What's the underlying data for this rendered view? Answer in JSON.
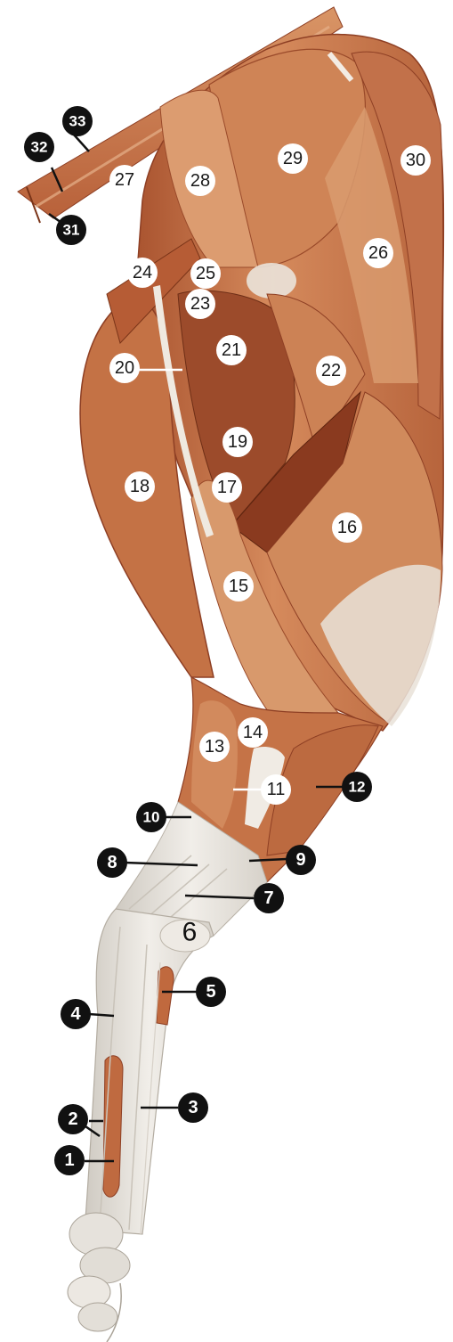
{
  "diagram": {
    "subject": "anatomical illustration of a limb's superficial musculature with numbered callouts",
    "colors": {
      "muscle": "#c9764a",
      "muscle_dark": "#8e3f24",
      "muscle_light": "#e2a57c",
      "tendon": "#e8e4dd",
      "label_dark_fill": "#111111",
      "label_light_fill": "#ffffff"
    },
    "labels": [
      {
        "id": "1",
        "text": "1",
        "style": "dark"
      },
      {
        "id": "2",
        "text": "2",
        "style": "dark"
      },
      {
        "id": "3",
        "text": "3",
        "style": "dark"
      },
      {
        "id": "4",
        "text": "4",
        "style": "dark"
      },
      {
        "id": "5",
        "text": "5",
        "style": "dark"
      },
      {
        "id": "6",
        "text": "6",
        "style": "plain"
      },
      {
        "id": "7",
        "text": "7",
        "style": "dark"
      },
      {
        "id": "8",
        "text": "8",
        "style": "dark"
      },
      {
        "id": "9",
        "text": "9",
        "style": "dark"
      },
      {
        "id": "10",
        "text": "10",
        "style": "dark"
      },
      {
        "id": "11",
        "text": "11",
        "style": "light"
      },
      {
        "id": "12",
        "text": "12",
        "style": "dark"
      },
      {
        "id": "13",
        "text": "13",
        "style": "light"
      },
      {
        "id": "14",
        "text": "14",
        "style": "light"
      },
      {
        "id": "15",
        "text": "15",
        "style": "light"
      },
      {
        "id": "16",
        "text": "16",
        "style": "light"
      },
      {
        "id": "17",
        "text": "17",
        "style": "light"
      },
      {
        "id": "18",
        "text": "18",
        "style": "light"
      },
      {
        "id": "19",
        "text": "19",
        "style": "light"
      },
      {
        "id": "20",
        "text": "20",
        "style": "light"
      },
      {
        "id": "21",
        "text": "21",
        "style": "light"
      },
      {
        "id": "22",
        "text": "22",
        "style": "light"
      },
      {
        "id": "23",
        "text": "23",
        "style": "light"
      },
      {
        "id": "24",
        "text": "24",
        "style": "light"
      },
      {
        "id": "25",
        "text": "25",
        "style": "light"
      },
      {
        "id": "26",
        "text": "26",
        "style": "light"
      },
      {
        "id": "27",
        "text": "27",
        "style": "light"
      },
      {
        "id": "28",
        "text": "28",
        "style": "light"
      },
      {
        "id": "29",
        "text": "29",
        "style": "light"
      },
      {
        "id": "30",
        "text": "30",
        "style": "light"
      },
      {
        "id": "31",
        "text": "31",
        "style": "dark"
      },
      {
        "id": "32",
        "text": "32",
        "style": "dark"
      },
      {
        "id": "33",
        "text": "33",
        "style": "dark"
      }
    ]
  }
}
